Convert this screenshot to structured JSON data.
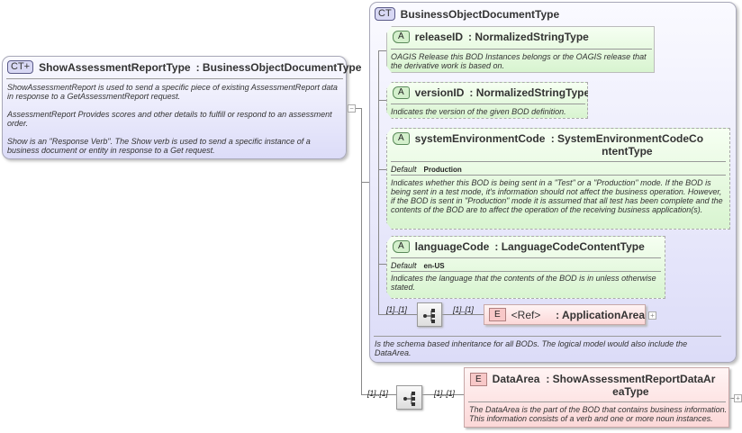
{
  "main_type": {
    "badge": "CT+",
    "name": "ShowAssessmentReportType",
    "base": ": BusinessObjectDocumentType",
    "description": [
      "ShowAssessmentReport is used to send a specific piece of existing AssessmentReport data in response to a GetAssessmentReport request.",
      "AssessmentReport  Provides scores and other details to fulfill or respond to an assessment order.",
      "Show is an \"Response Verb\". The Show verb is used to send a specific instance of a business document or entity in response to a Get request."
    ],
    "collapse": "−"
  },
  "base_type": {
    "badge": "CT",
    "name": "BusinessObjectDocumentType",
    "description": "Is the schema based inheritance for all BODs. The logical model would also include the DataArea.",
    "attributes": [
      {
        "badge": "A",
        "name": "releaseID",
        "type": ": NormalizedStringType",
        "description": "OAGIS Release this BOD Instances belongs or the OAGIS release that the derivative work is based on."
      },
      {
        "badge": "A",
        "name": "versionID",
        "type": ": NormalizedStringType",
        "description": "Indicates the version of the given BOD definition."
      },
      {
        "badge": "A",
        "name": "systemEnvironmentCode",
        "type": ": SystemEnvironmentCodeContentType",
        "default_label": "Default",
        "default_value": "Production",
        "description": "Indicates whether this BOD is being sent in a \"Test\" or a \"Production\" mode. If the BOD is being sent in a test mode, it's information should not affect the business operation. However, if the BOD is sent in \"Production\" mode it is assumed that all test has been complete and the contents of the BOD are to affect the operation of the receiving business application(s)."
      },
      {
        "badge": "A",
        "name": "languageCode",
        "type": ": LanguageCodeContentType",
        "default_label": "Default",
        "default_value": "en-US",
        "description": "Indicates the language that the contents of the BOD is in unless otherwise stated."
      }
    ],
    "sequence": {
      "mult_in": "[1]..[1]",
      "mult_out": "[1]..[1]"
    },
    "element": {
      "badge": "E",
      "name": "<Ref>",
      "type": ": ApplicationArea",
      "expand": "+"
    }
  },
  "data_area": {
    "sequence": {
      "mult_in": "[1]..[1]",
      "mult_out": "[1]..[1]"
    },
    "badge": "E",
    "name": "DataArea",
    "type": ": ShowAssessmentReportDataAreaType",
    "description": "The DataArea is the part of the BOD that contains business information. This information consists of a verb and one or more noun instances.",
    "expand": "+"
  }
}
